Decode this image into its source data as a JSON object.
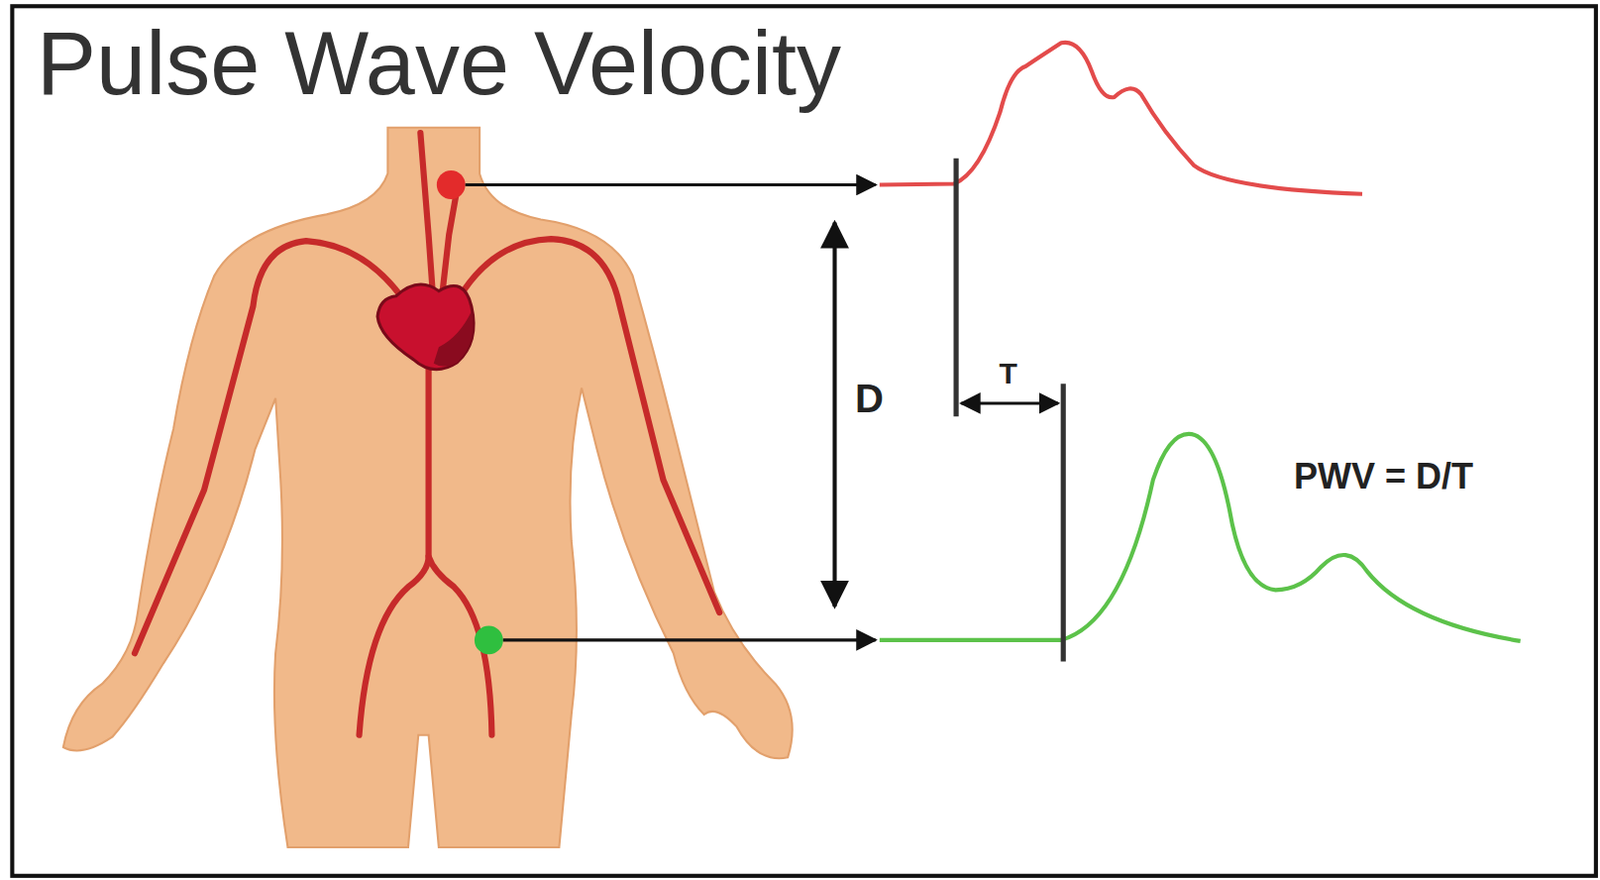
{
  "diagram": {
    "title": "Pulse Wave Velocity",
    "labels": [
      "D",
      "T",
      "PWV = D/T"
    ]
  }
}
